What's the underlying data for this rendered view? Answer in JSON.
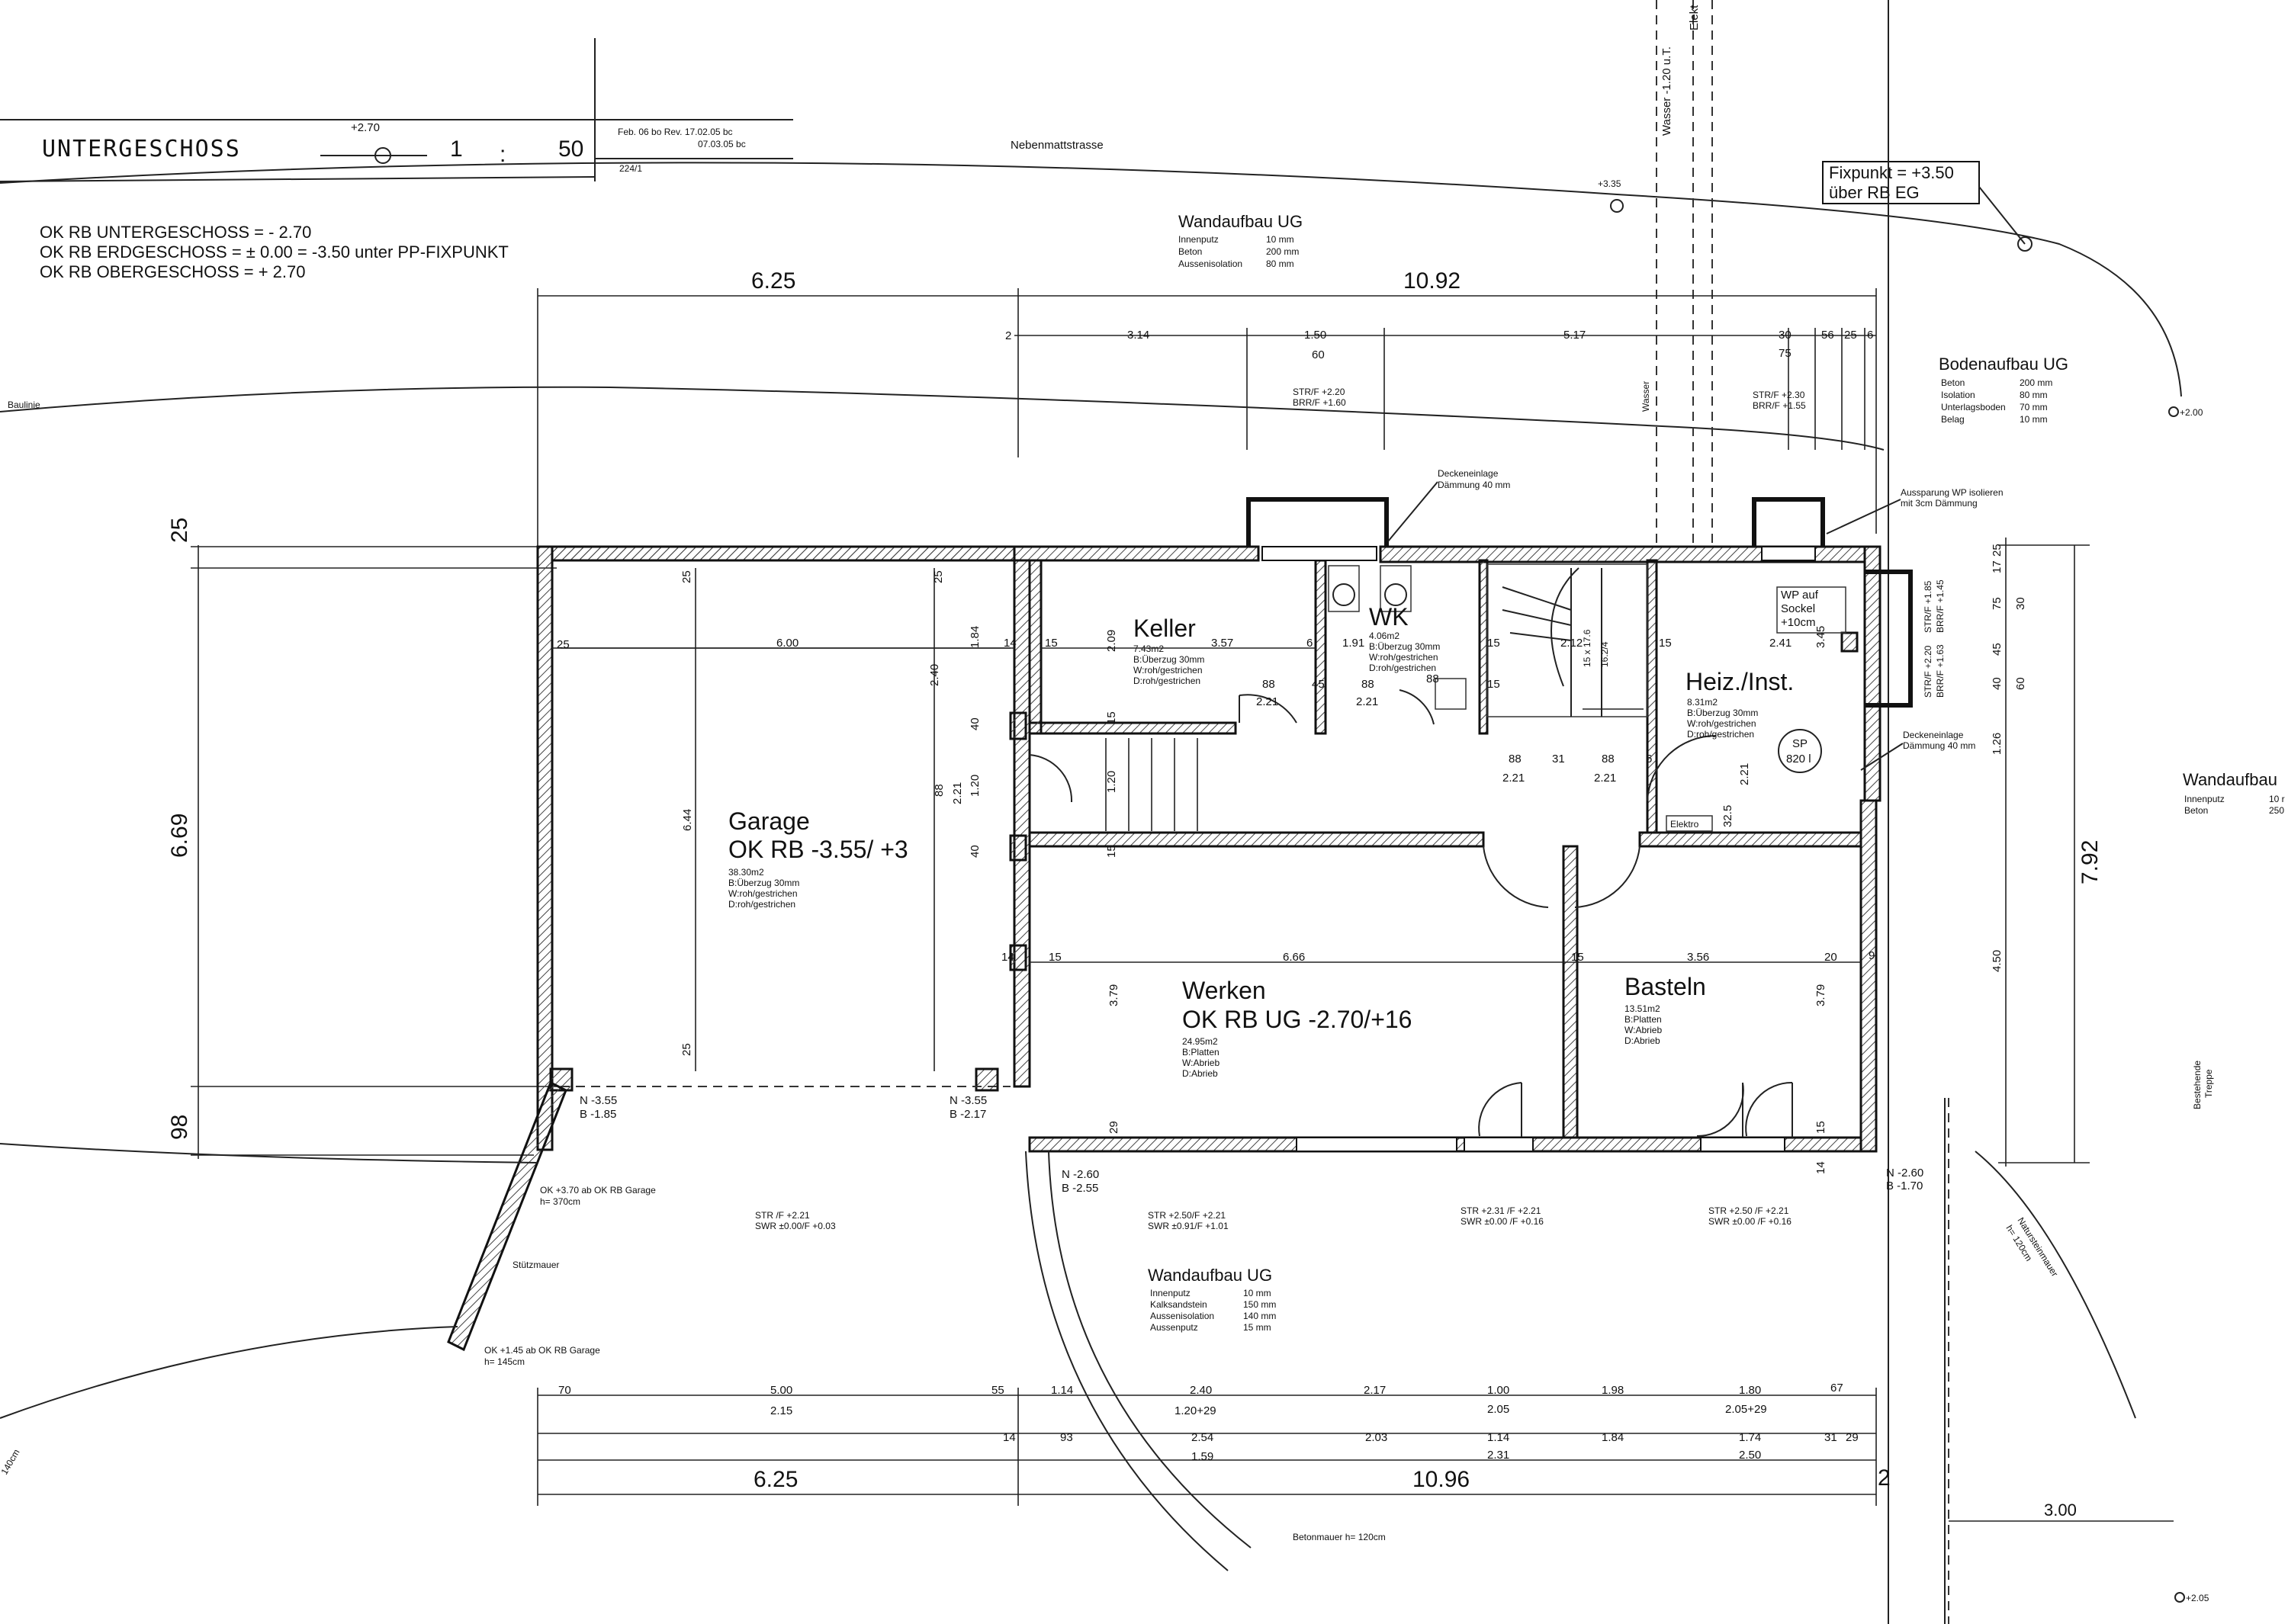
{
  "title_block": {
    "title": "UNTERGESCHOSS",
    "scale_a": "1",
    "scale_sep": ":",
    "scale_b": "50",
    "level": "+2.70",
    "rev1": "Feb. 06 bo Rev. 17.02.05 bc",
    "rev2": "07.03.05 bc",
    "sheet": "224/1"
  },
  "street": "Nebenmattstrasse",
  "street_level": "+3.35",
  "fixpoint": {
    "line1": "Fixpunkt = +3.50",
    "line2": "über RB EG"
  },
  "levels": [
    "OK RB  UNTERGESCHOSS =  - 2.70",
    "OK RB  ERDGESCHOSS      = ± 0.00  = -3.50 unter  PP-FIXPUNKT",
    "OK RB  OBERGESCHOSS  = + 2.70"
  ],
  "baulinie": "Baulinie",
  "wasser": "Wasser -1.20 u.T.",
  "elek": "Elekt",
  "wasser_small": "Wasser",
  "wall_top": {
    "title": "Wandaufbau UG",
    "rows": [
      [
        "Innenputz",
        "10 mm"
      ],
      [
        "Beton",
        "200 mm"
      ],
      [
        "Aussenisolation",
        "80 mm"
      ]
    ]
  },
  "wall_bottom": {
    "title": "Wandaufbau UG",
    "rows": [
      [
        "Innenputz",
        "10 mm"
      ],
      [
        "Kalksandstein",
        "150 mm"
      ],
      [
        "Aussenisolation",
        "140 mm"
      ],
      [
        "Aussenputz",
        "15 mm"
      ]
    ]
  },
  "wall_right": {
    "title": "Wandaufbau",
    "rows": [
      [
        "Innenputz",
        "10 r"
      ],
      [
        "Beton",
        "250"
      ]
    ]
  },
  "floor": {
    "title": "Bodenaufbau UG",
    "rows": [
      [
        "Beton",
        "200 mm"
      ],
      [
        "Isolation",
        "80 mm"
      ],
      [
        "Unterlagsboden",
        "70 mm"
      ],
      [
        "Belag",
        "10 mm"
      ]
    ]
  },
  "rooms": {
    "garage": {
      "name": "Garage",
      "level": "OK RB -3.55/ +3",
      "area": "38.30m2",
      "b": "B:Überzug 30mm",
      "w": "W:roh/gestrichen",
      "d": "D:roh/gestrichen"
    },
    "keller": {
      "name": "Keller",
      "area": "7.43m2",
      "b": "B:Überzug 30mm",
      "w": "W:roh/gestrichen",
      "d": "D:roh/gestrichen"
    },
    "wk": {
      "name": "WK",
      "area": "4.06m2",
      "b": "B:Überzug 30mm",
      "w": "W:roh/gestrichen",
      "d": "D:roh/gestrichen"
    },
    "heiz": {
      "name": "Heiz./Inst.",
      "area": "8.31m2",
      "b": "B:Überzug 30mm",
      "w": "W:roh/gestrichen",
      "d": "D:roh/gestrichen"
    },
    "werken": {
      "name": "Werken",
      "level": "OK RB UG -2.70/+16",
      "area": "24.95m2",
      "b": "B:Platten",
      "w": "W:Abrieb",
      "d": "D:Abrieb"
    },
    "basteln": {
      "name": "Basteln",
      "area": "13.51m2",
      "b": "B:Platten",
      "w": "W:Abrieb",
      "d": "D:Abrieb"
    }
  },
  "annotations": {
    "deckeneinlage_top": "Deckeneinlage",
    "daemmung_top": "Dämmung  40 mm",
    "wp_sockel": "WP auf",
    "wp_sockel2": "Sockel",
    "wp_sockel3": "+10cm",
    "aussparung1": "Aussparung WP isolieren",
    "aussparung2": "mit        3cm      Dämmung",
    "deckeneinlage_r": "Deckeneinlage",
    "daemmung_r": "Dämmung  40 mm",
    "sp": "SP",
    "sp_l": "820 l",
    "elektro": "Elektro",
    "stuetzmauer": "Stützmauer",
    "ok370": "OK +3.70 ab OK RB Garage",
    "h370": "h= 370cm",
    "ok145": "OK +1.45 ab OK RB Garage",
    "h145": "h= 145cm",
    "betonmauer": "Betonmauer h= 120cm",
    "natursteinmauer": "Natursteinmauer",
    "h120": "h= 120cm",
    "bestehende": "Bestehende",
    "treppe": "Treppe",
    "m140": "140cm"
  },
  "str_notes": [
    {
      "a": "STR/F +2.20",
      "b": "BRR/F +1.60"
    },
    {
      "a": "STR/F +2.30",
      "b": "BRR/F +1.55"
    },
    {
      "a": "STR /F +2.21",
      "b": "SWR ±0.00/F +0.03"
    },
    {
      "a": "STR +2.50/F +2.21",
      "b": "SWR ±0.91/F +1.01"
    },
    {
      "a": "STR +2.31 /F +2.21",
      "b": "SWR ±0.00 /F +0.16"
    },
    {
      "a": "STR +2.50 /F +2.21",
      "b": "SWR ±0.00 /F +0.16"
    },
    {
      "a": "STR/F +1.85",
      "b": "BRR/F +1.45"
    },
    {
      "a": "STR/F +2.20",
      "b": "BRR/F +1.63"
    }
  ],
  "spot_levels": {
    "n1": "N  -3.55",
    "b1": "B  -1.85",
    "n2": "N  -3.55",
    "b2": "B  -2.17",
    "n3": "N  -2.60",
    "b3": "B  -2.55",
    "n4": "N  -2.60",
    "b4": "B  -1.70",
    "p200": "+2.00",
    "p205": "+2.05"
  },
  "dims": {
    "top_total_a": "6.25",
    "top_total_b": "10.92",
    "top_2": "2",
    "top_314": "3.14",
    "top_150": "1.50",
    "top_60": "60",
    "top_517": "5.17",
    "top_30": "30",
    "top_56": "56",
    "top_25": "25",
    "top_6": "6",
    "top_75": "75",
    "left_25": "25",
    "left_669": "6.69",
    "left_98": "98",
    "right_792": "7.92",
    "right_17": "17",
    "right_25": "25",
    "right_75": "75",
    "right_30": "30",
    "right_45": "45",
    "right_40": "40",
    "right_60": "60",
    "right_126": "1.26",
    "right_450": "4.50",
    "bot_total_a": "6.25",
    "bot_total_b": "10.96",
    "bot_2": "2",
    "bot_70": "70",
    "bot_500": "5.00",
    "bot_55": "55",
    "bot_114": "1.14",
    "bot_240": "2.40",
    "bot_217": "2.17",
    "bot_100": "1.00",
    "bot_198": "1.98",
    "bot_180": "1.80",
    "bot_67": "67",
    "bot_215": "2.15",
    "bot_120": "1.20+29",
    "bot_205": "2.05",
    "bot_20529": "2.05+29",
    "bot_14": "14",
    "bot_93": "93",
    "bot_254": "2.54",
    "bot_203": "2.03",
    "bot_114b": "1.14",
    "bot_184": "1.84",
    "bot_174": "1.74",
    "bot_31": "31",
    "bot_29": "29",
    "bot_159": "1.59",
    "bot_231": "2.31",
    "bot_250": "2.50",
    "bot_300": "3.00",
    "g_600": "6.00",
    "g_644": "6.44",
    "g_25a": "25",
    "g_25b": "25",
    "g_25c": "25",
    "g_25d": "25",
    "k_357": "3.57",
    "k_209": "2.09",
    "k_184": "1.84",
    "k_240": "2.40",
    "k_40": "40",
    "k_14": "14",
    "k_15": "15",
    "k_88a": "88",
    "k_221a": "2.21",
    "k_45": "45",
    "k_6": "6",
    "wk_191": "1.91",
    "wk_88": "88",
    "wk_221": "2.21",
    "wk_88b": "88",
    "st_15": "15",
    "st_212": "2.12",
    "st_15b": "15",
    "h_241": "2.41",
    "h_15": "15",
    "h_345": "3.45",
    "h_221": "2.21",
    "h_325": "32.5",
    "c_88a": "88",
    "c_31": "31",
    "c_88b": "88",
    "c_221a": "2.21",
    "c_221b": "2.21",
    "c_6": "6",
    "c_88c": "88",
    "c_221c": "2.21",
    "c_120": "1.20",
    "c_40": "40",
    "c_15": "15",
    "c_15b": "15",
    "c_120b": "1.20",
    "w_666": "6.66",
    "w_14": "14",
    "w_15": "15",
    "w_379": "3.79",
    "w_29": "29",
    "b_356": "3.56",
    "b_15": "15",
    "b_20": "20",
    "b_379": "3.79",
    "b_15b": "15",
    "b_14": "14",
    "b_9": "9",
    "st_num": "15 x 17.6",
    "st_num2": "16.2/4"
  }
}
